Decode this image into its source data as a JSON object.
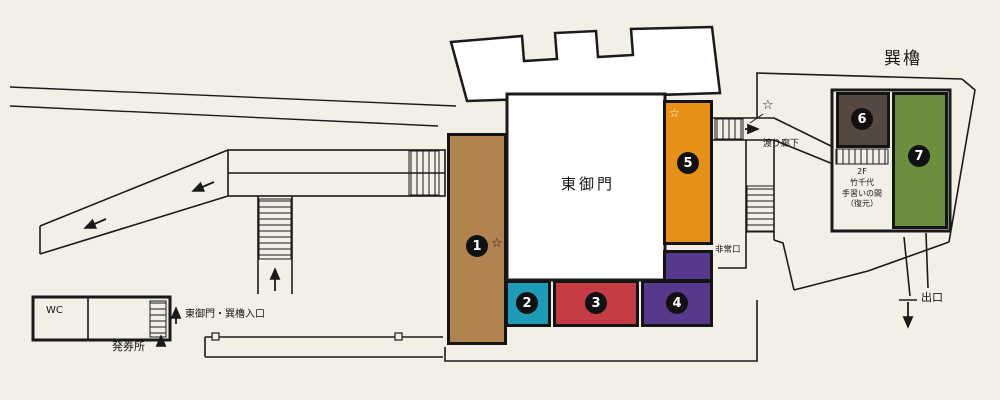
{
  "colors": {
    "background": "#f2efe6",
    "line": "#1a1a1a",
    "badge_bg": "#111111",
    "badge_text": "#ffffff"
  },
  "rooms": [
    {
      "number": "1",
      "color": "#b08351"
    },
    {
      "number": "2",
      "color": "#1f9cb5"
    },
    {
      "number": "3",
      "color": "#c63c44"
    },
    {
      "number": "4",
      "color": "#57398b"
    },
    {
      "number": "5",
      "color": "#e88f15"
    },
    {
      "number": "6",
      "color": "#544840"
    },
    {
      "number": "7",
      "color": "#6b8f3e"
    }
  ],
  "labels": {
    "main_hall": "東御門",
    "turret": "巽櫓",
    "corridor": "渡り廊下",
    "second_floor": "2F\n竹千代\n手習いの間\n（復元）",
    "emergency_exit": "非常口",
    "entrance": "東御門・巽櫓入口",
    "ticket_office": "発券所",
    "restroom": "WC",
    "exit": "出口"
  },
  "symbols": {
    "star": "☆"
  }
}
